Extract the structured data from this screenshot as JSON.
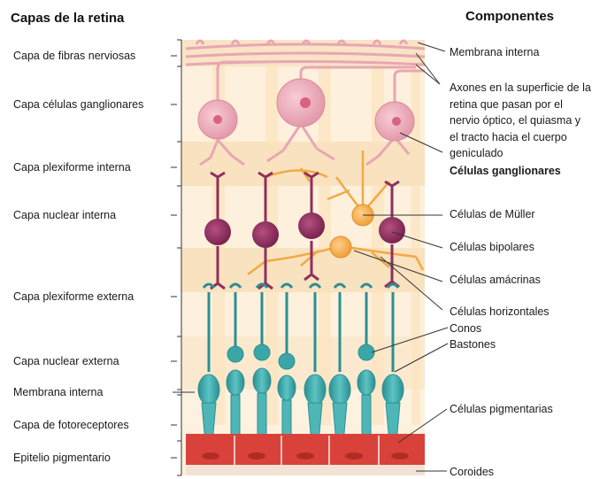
{
  "headers": {
    "left": "Capas de la retina",
    "right": "Componentes"
  },
  "layers": [
    "Capa de fibras nerviosas",
    "Capa células ganglionares",
    "Capa plexiforme interna",
    "Capa nuclear interna",
    "Capa plexiforme externa",
    "Capa nuclear externa",
    "Membrana interna",
    "Capa de fotoreceptores",
    "Epitelio pigmentario"
  ],
  "components": {
    "membrana_interna": "Membrana interna",
    "axones": "Axones en la superficie de la retina que pasan por el nervio óptico, el quiasma y el tracto hacia el cuerpo geniculado",
    "ganglionares": "Células ganglionares",
    "muller": "Células de Müller",
    "bipolares": "Células bipolares",
    "amacrinas": "Células amácrinas",
    "horizontales": "Células horizontales",
    "conos": "Conos",
    "bastones": "Bastones",
    "pigmentarias": "Células pigmentarias",
    "coroides": "Coroides"
  },
  "colors": {
    "ganglion": "#e8a6b4",
    "bipolar": "#8e2f5e",
    "muller_amacrine": "#f2a945",
    "photoreceptor": "#3aa6a8",
    "pigment": "#d9423a",
    "background_light": "#fbe7c9",
    "background_band": "#f6d9ae"
  }
}
